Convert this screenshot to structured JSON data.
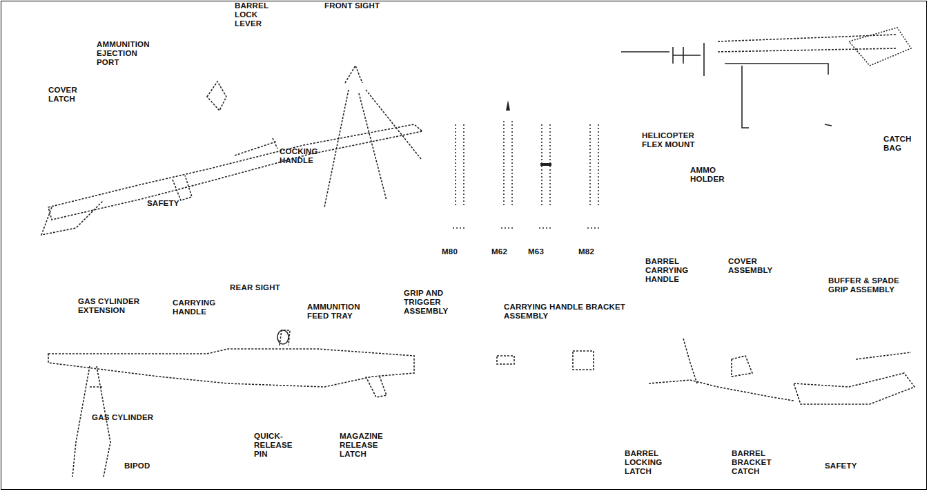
{
  "diagram": {
    "labels": [
      "BARREL LOCK LEVER",
      "FRONT SIGHT",
      "AMMUNITION EJECTION PORT",
      "COVER LATCH",
      "COCKING HANDLE",
      "SAFETY",
      "HELICOPTER FLEX MOUNT",
      "CATCH BAG",
      "AMMO HOLDER",
      "M80",
      "M62",
      "M63",
      "M82",
      "BARREL CARRYING HANDLE",
      "COVER ASSEMBLY",
      "GAS CYLINDER EXTENSION",
      "REAR SIGHT",
      "CARRYING HANDLE",
      "AMMUNITION FEED TRAY",
      "GRIP AND TRIGGER ASSEMBLY",
      "CARRYING HANDLE BRACKET ASSEMBLY",
      "BUFFER & SPADE GRIP ASSEMBLY",
      "GAS CYLINDER",
      "QUICK-RELEASE PIN",
      "MAGAZINE RELEASE LATCH",
      "BARREL LOCKING LATCH",
      "BARREL BRACKET CATCH",
      "SAFETY",
      "BIPOD"
    ]
  }
}
